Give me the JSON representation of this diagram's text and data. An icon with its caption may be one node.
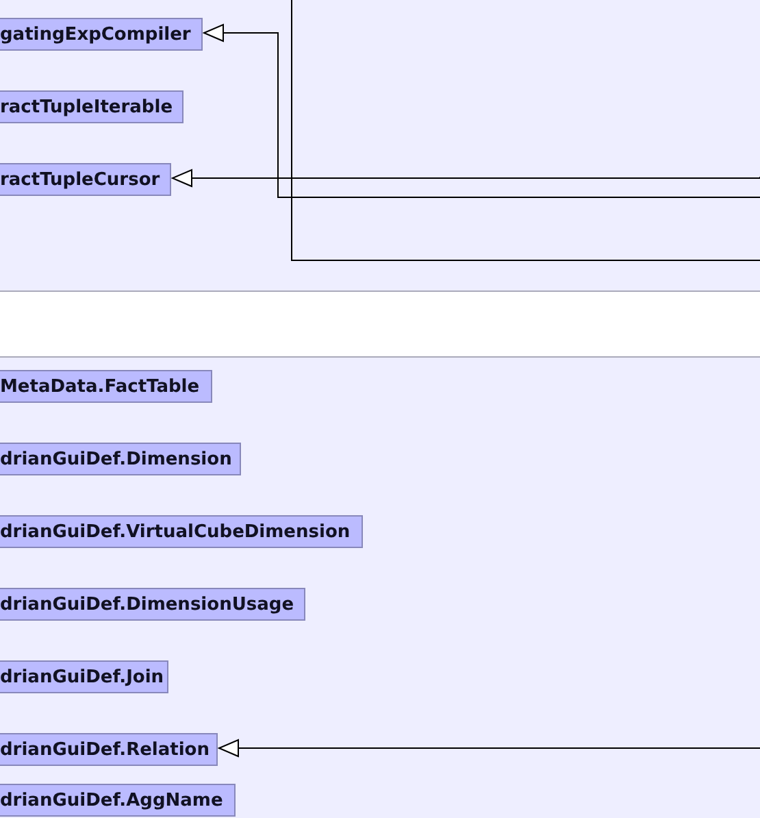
{
  "diagram": {
    "nodes": [
      {
        "text": [],
        "shape": "box"
      },
      {
        "text": [
          "gatingExpCompiler"
        ],
        "in": 0
      },
      {
        "text": [
          "ractTupleIterable"
        ],
        "in": 0
      },
      {
        "text": [
          "ractTupleCursor"
        ],
        "in": 0
      },
      {
        "text": [],
        "shape": "box"
      },
      {
        "text": [
          "MetaData.FactTable"
        ],
        "in": 4
      },
      {
        "text": [
          "drianGuiDef.Dimension"
        ],
        "in": 4
      },
      {
        "text": [
          "drianGuiDef.VirtualCubeDimension"
        ],
        "in": 4
      },
      {
        "text": [
          "drianGuiDef.DimensionUsage"
        ],
        "in": 4
      },
      {
        "text": [
          "drianGuiDef.Join"
        ],
        "in": 4
      },
      {
        "text": [
          "drianGuiDef.Relation"
        ],
        "in": 4
      },
      {
        "text": [
          "drianGuiDef.AggName"
        ],
        "in": 4
      }
    ],
    "edges": [
      {
        "from": null,
        "to": 1,
        "arrow": "to"
      },
      {
        "from": null,
        "to": 3,
        "arrow": "to"
      },
      {
        "from": null,
        "to": 10,
        "arrow": "to"
      }
    ]
  }
}
